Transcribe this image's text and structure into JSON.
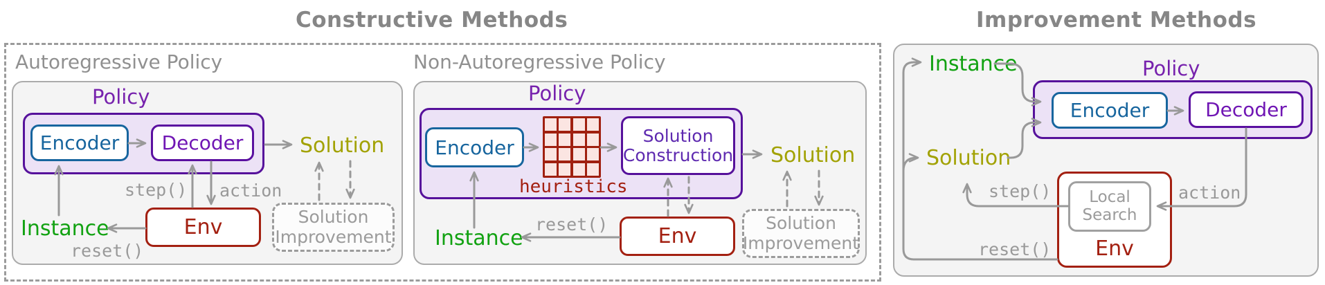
{
  "figure": {
    "constructive_title": "Constructive Methods",
    "improvement_title": "Improvement Methods"
  },
  "autoregressive": {
    "label": "Autoregressive Policy",
    "policy": "Policy",
    "encoder": "Encoder",
    "decoder": "Decoder",
    "solution": "Solution",
    "instance": "Instance",
    "env": "Env",
    "step_label": "step()",
    "action_label": "action",
    "reset_label": "reset()",
    "improvement_box": {
      "line1": "Solution",
      "line2": "Improvement"
    }
  },
  "non_autoregressive": {
    "label": "Non-Autoregressive Policy",
    "policy": "Policy",
    "encoder": "Encoder",
    "heuristics_label": "heuristics",
    "construction_box": {
      "line1": "Solution",
      "line2": "Construction"
    },
    "solution": "Solution",
    "instance": "Instance",
    "env": "Env",
    "reset_label": "reset()",
    "improvement_box": {
      "line1": "Solution",
      "line2": "Improvement"
    }
  },
  "improvement": {
    "policy": "Policy",
    "encoder": "Encoder",
    "decoder": "Decoder",
    "instance": "Instance",
    "solution": "Solution",
    "env": "Env",
    "local_search": {
      "line1": "Local",
      "line2": "Search"
    },
    "step_label": "step()",
    "action_label": "action",
    "reset_label": "reset()"
  },
  "colors": {
    "policy_purple": "#56119b",
    "policy_fill": "#ece2f6",
    "encoder_blue": "#17659e",
    "decoder_purple": "#7016b4",
    "solution_olive": "#a2a204",
    "instance_green": "#12a212",
    "env_red": "#a32011",
    "grid_fill": "#fbe5e2",
    "connector_gray": "#999999",
    "panel_fill": "#f4f4f4",
    "panel_border": "#ababab",
    "title_gray": "#868686"
  }
}
